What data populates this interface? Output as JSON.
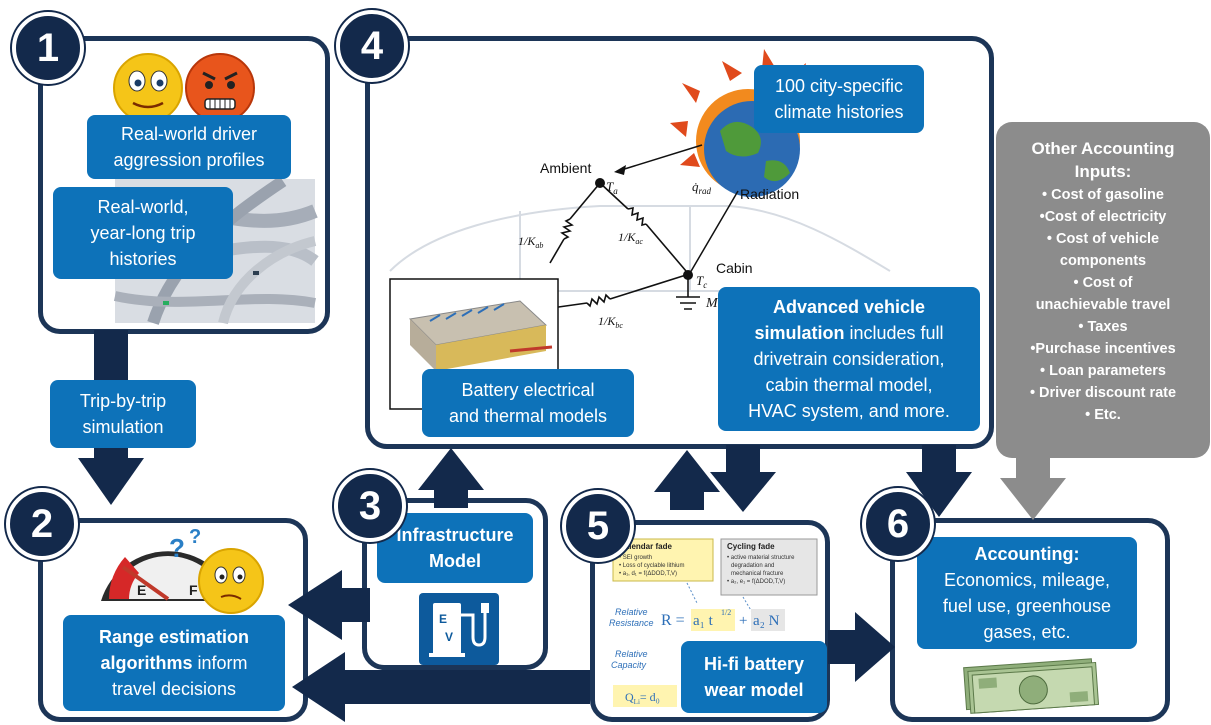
{
  "steps": {
    "s1": "1",
    "s2": "2",
    "s3": "3",
    "s4": "4",
    "s5": "5",
    "s6": "6"
  },
  "panel1": {
    "aggression_l1": "Real-world driver",
    "aggression_l2": "aggression profiles",
    "trips_l1": "Real-world,",
    "trips_l2": "year-long trip",
    "trips_l3": "histories"
  },
  "trip_sim": {
    "l1": "Trip-by-trip",
    "l2": "simulation"
  },
  "panel2": {
    "gauge_e": "E",
    "gauge_f": "F",
    "question": "?",
    "l1": "Range estimation",
    "l2a": "algorithms",
    "l2b": " inform",
    "l3": "travel decisions"
  },
  "panel3": {
    "l1": "Infrastructure",
    "l2": "Model",
    "ev_e": "E",
    "ev_v": "V"
  },
  "panel4": {
    "climate_l1": "100 city-specific",
    "climate_l2": "climate histories",
    "ambient": "Ambient",
    "ta": "T",
    "ta_sub": "a",
    "radiation": "Radiation",
    "qrad": "q̇",
    "qrad_sub": "rad",
    "cabin": "Cabin",
    "tc": "T",
    "tc_sub": "c",
    "mass": "M",
    "kab": "1/K",
    "kab_sub": "ab",
    "kac": "1/K",
    "kac_sub": "ac",
    "kbc": "1/K",
    "kbc_sub": "bc",
    "battery_l1": "Battery electrical",
    "battery_l2": "and thermal models",
    "adv_l1": "Advanced vehicle",
    "adv_l2a": "simulation",
    "adv_l2b": " includes full",
    "adv_l3": "drivetrain consideration,",
    "adv_l4": "cabin thermal model,",
    "adv_l5": "HVAC system, and more."
  },
  "panel5": {
    "cal_title": "Calendar fade",
    "cal_b1": "• SEI growth",
    "cal_b2": "• Loss of cyclable lithium",
    "cal_b3": "• a₁, d₁ = f(ΔDOD,T,V)",
    "cyc_title": "Cycling fade",
    "cyc_b1": "• active material structure",
    "cyc_b2": "degradation and",
    "cyc_b3": "mechanical fracture",
    "cyc_b4": "• a₂, e₁ = f(ΔDOD,T,V)",
    "rel_res_l1": "Relative",
    "rel_res_l2": "Resistance",
    "rel_cap_l1": "Relative",
    "rel_cap_l2": "Capacity",
    "eq_r": "R  =",
    "eq_a1t": "a₁ t",
    "eq_exp": "1/2",
    "eq_plus": "+",
    "eq_a2n": "a₂ N",
    "eq_q": "Q",
    "eq_qsub": "Li",
    "eq_qeq": "= d₀",
    "wear_l1": "Hi-fi battery",
    "wear_l2": "wear model"
  },
  "panel6": {
    "acc_title": "Accounting:",
    "acc_l2": "Economics, mileage,",
    "acc_l3": "fuel use, greenhouse",
    "acc_l4": "gases,  etc."
  },
  "other_inputs": {
    "title_l1": "Other Accounting",
    "title_l2": "Inputs:",
    "items": [
      "• Cost of gasoline",
      "•Cost of electricity",
      "• Cost of vehicle",
      "components",
      "• Cost of",
      "unachievable travel",
      "• Taxes",
      "•Purchase incentives",
      "• Loan parameters",
      "• Driver discount rate",
      "• Etc."
    ]
  },
  "colors": {
    "navy": "#13294b",
    "panel_border": "#1c3557",
    "label_blue": "#0d72b9",
    "grey_box": "#8c8c8c"
  }
}
